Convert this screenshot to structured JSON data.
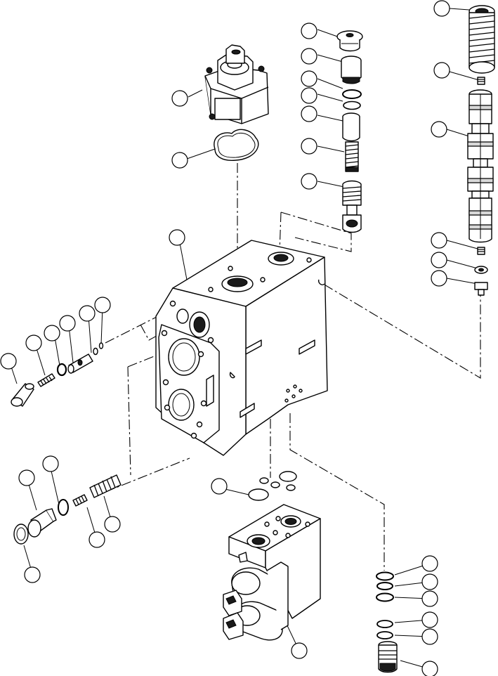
{
  "figure": {
    "type": "exploded-parts-diagram",
    "callout_count": 35,
    "callout_labels_printed": false,
    "colors": {
      "line": "#000000",
      "background": "#ffffff",
      "shade": "#d8d8d8"
    }
  },
  "parts": [
    {
      "name": "relief-valve-cover"
    },
    {
      "name": "cover-o-ring"
    },
    {
      "name": "plug"
    },
    {
      "name": "cap"
    },
    {
      "name": "o-ring-small-1"
    },
    {
      "name": "o-ring-small-2"
    },
    {
      "name": "sleeve"
    },
    {
      "name": "spring-small"
    },
    {
      "name": "cartridge-poppet"
    },
    {
      "name": "spool-spring"
    },
    {
      "name": "set-screw-top"
    },
    {
      "name": "control-spool"
    },
    {
      "name": "set-screw-bottom"
    },
    {
      "name": "washer"
    },
    {
      "name": "bolt"
    },
    {
      "name": "valve-body-section"
    },
    {
      "name": "plunger-left"
    },
    {
      "name": "spring-left"
    },
    {
      "name": "ring-left"
    },
    {
      "name": "check-poppet-left"
    },
    {
      "name": "o-ring-left"
    },
    {
      "name": "backup-ring-left"
    },
    {
      "name": "spring-large-lower"
    },
    {
      "name": "spring-small-lower"
    },
    {
      "name": "o-ring-lower"
    },
    {
      "name": "plug-lower"
    },
    {
      "name": "cap-lower"
    },
    {
      "name": "interface-o-rings"
    },
    {
      "name": "solenoid-valve-block"
    },
    {
      "name": "o-ring-stack-1"
    },
    {
      "name": "o-ring-stack-2"
    },
    {
      "name": "o-ring-stack-3"
    },
    {
      "name": "o-ring-stack-4"
    },
    {
      "name": "o-ring-stack-5"
    },
    {
      "name": "solenoid-cartridge"
    }
  ]
}
